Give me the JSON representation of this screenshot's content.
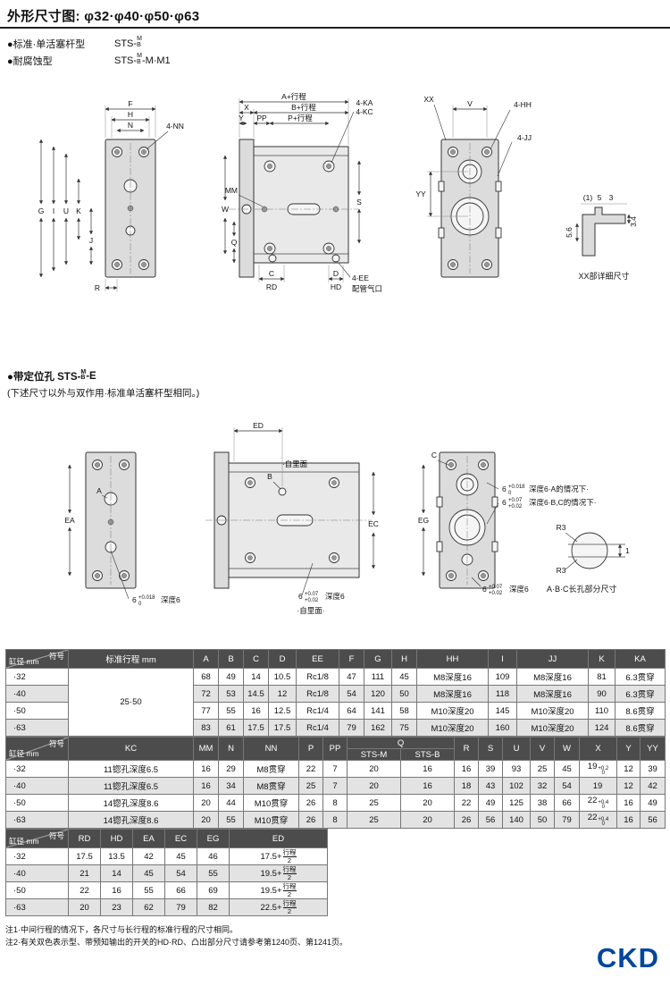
{
  "colors": {
    "header_bg": "#4c4c4c",
    "ckd_blue": "#00479d"
  },
  "page": {
    "title": "外形尺寸图: φ32·φ40·φ50·φ63",
    "bullet1_label": "●标准·单活塞杆型",
    "code1_prefix": "STS-",
    "code1_sup": "M",
    "code1_sub": "B",
    "bullet2_label": "●耐腐蚀型",
    "code2_prefix": "STS-",
    "code2_sup": "M",
    "code2_sub": "B",
    "code2_suffix": "-M·M1",
    "logo": "CKD"
  },
  "section2": {
    "title_prefix": "●带定位孔 STS-",
    "sup": "M",
    "sub": "B",
    "suffix": "-E",
    "note": "(下述尺寸以外与双作用·标准单活塞杆型相同。)"
  },
  "d1": {
    "front": {
      "f": "F",
      "h": "H",
      "n": "N",
      "nn": "4-NN",
      "g": "G",
      "i": "I",
      "u": "U",
      "k": "K",
      "j": "J",
      "r": "R"
    },
    "side": {
      "a": "A+行程",
      "x": "X",
      "b": "B+行程",
      "y": "Y",
      "pp": "PP",
      "p": "P+行程",
      "ka": "4-KA",
      "kc": "4-KC",
      "w": "W",
      "mm": "MM",
      "s": "S",
      "q": "Q",
      "c": "C",
      "d": "D",
      "rd": "RD",
      "hd": "HD",
      "ee": "4-EE",
      "port": "配管气口"
    },
    "rear": {
      "xx": "XX",
      "v": "V",
      "hh": "4-HH",
      "jj": "4-JJ",
      "yy": "YY"
    },
    "detail": {
      "p1": "(1)",
      "p5": "5",
      "p3": "3",
      "p34": "3.4",
      "p56": "5.6",
      "caption": "XX部详细尺寸"
    }
  },
  "d2": {
    "left": {
      "ea": "EA",
      "a": "A",
      "nv": "6",
      "ntop": "+0.018",
      "nbot": "0",
      "nsuf": "深度6"
    },
    "mid": {
      "ed": "ED",
      "inner": "·自里面",
      "b": "B",
      "ec": "EC",
      "nv": "6",
      "ntop": "+0.07",
      "nbot": "+0.02",
      "nsuf": "深度6",
      "inner2": "·自里面·"
    },
    "right": {
      "c": "C",
      "eg": "EG",
      "n1v": "6",
      "n1top": "+0.018",
      "n1bot": "0",
      "n1suf": "深度6·A的情况下·",
      "n2v": "6",
      "n2top": "+0.07",
      "n2bot": "+0.02",
      "n2suf": "深度6·B,C的情况下·",
      "r3a": "R3",
      "r3b": "R3",
      "one": "1",
      "n3v": "6",
      "n3top": "+0.07",
      "n3bot": "+0.02",
      "n3suf": "深度6",
      "caption": "A·B·C长孔部分尺寸"
    }
  },
  "table1": {
    "corner_top": "符号",
    "corner_bottom": "缸径 mm",
    "stroke_header": "标准行程 mm",
    "cols": [
      "A",
      "B",
      "C",
      "D",
      "EE",
      "F",
      "G",
      "H",
      "HH",
      "I",
      "JJ",
      "K",
      "KA"
    ],
    "rows": [
      {
        "bore": "·32",
        "stroke": "25·50",
        "vals": [
          "68",
          "49",
          "14",
          "10.5",
          "Rc1/8",
          "47",
          "111",
          "45",
          "M8深度16",
          "109",
          "M8深度16",
          "81",
          "6.3贯穿"
        ]
      },
      {
        "bore": "·40",
        "vals": [
          "72",
          "53",
          "14.5",
          "12",
          "Rc1/8",
          "54",
          "120",
          "50",
          "M8深度16",
          "118",
          "M8深度16",
          "90",
          "6.3贯穿"
        ]
      },
      {
        "bore": "·50",
        "vals": [
          "77",
          "55",
          "16",
          "12.5",
          "Rc1/4",
          "64",
          "141",
          "58",
          "M10深度20",
          "145",
          "M10深度20",
          "110",
          "8.6贯穿"
        ]
      },
      {
        "bore": "·63",
        "vals": [
          "83",
          "61",
          "17.5",
          "17.5",
          "Rc1/4",
          "79",
          "162",
          "75",
          "M10深度20",
          "160",
          "M10深度20",
          "124",
          "8.6贯穿"
        ]
      }
    ]
  },
  "table2": {
    "corner_top": "符号",
    "corner_bottom": "缸径 mm",
    "kc_header": "KC",
    "cols_a": [
      "MM",
      "N",
      "NN",
      "P",
      "PP"
    ],
    "q_header": "Q",
    "q_sub": [
      "STS-M",
      "STS-B"
    ],
    "cols_b": [
      "R",
      "S",
      "U",
      "V",
      "W",
      "X",
      "Y",
      "YY"
    ],
    "rows": [
      {
        "bore": "·32",
        "kc": "11锪孔深度6.5",
        "mm": "16",
        "n": "29",
        "nn": "M8贯穿",
        "p": "22",
        "pp": "7",
        "qm": "20",
        "qb": "16",
        "r": "16",
        "s": "39",
        "u": "93",
        "v": "25",
        "w": "45",
        "x": "19",
        "x_tol_top": "+0.2",
        "x_tol_bot": "0",
        "y": "12",
        "yy": "39"
      },
      {
        "bore": "·40",
        "kc": "11锪孔深度6.5",
        "mm": "16",
        "n": "34",
        "nn": "M8贯穿",
        "p": "25",
        "pp": "7",
        "qm": "20",
        "qb": "16",
        "r": "18",
        "s": "43",
        "u": "102",
        "v": "32",
        "w": "54",
        "x": "19",
        "x_tol_top": "",
        "x_tol_bot": "",
        "y": "12",
        "yy": "42"
      },
      {
        "bore": "·50",
        "kc": "14锪孔深度8.6",
        "mm": "20",
        "n": "44",
        "nn": "M10贯穿",
        "p": "26",
        "pp": "8",
        "qm": "25",
        "qb": "20",
        "r": "22",
        "s": "49",
        "u": "125",
        "v": "38",
        "w": "66",
        "x": "22",
        "x_tol_top": "+0.4",
        "x_tol_bot": "0",
        "y": "16",
        "yy": "49"
      },
      {
        "bore": "·63",
        "kc": "14锪孔深度8.6",
        "mm": "20",
        "n": "55",
        "nn": "M10贯穿",
        "p": "26",
        "pp": "8",
        "qm": "25",
        "qb": "20",
        "r": "26",
        "s": "56",
        "u": "140",
        "v": "50",
        "w": "79",
        "x": "22",
        "x_tol_top": "+0.4",
        "x_tol_bot": "0",
        "y": "16",
        "yy": "56"
      }
    ]
  },
  "table3": {
    "corner_top": "符号",
    "corner_bottom": "缸径 mm",
    "cols": [
      "RD",
      "HD",
      "EA",
      "EC",
      "EG"
    ],
    "ed_header": "ED",
    "rows": [
      {
        "bore": "·32",
        "rd": "17.5",
        "hd": "13.5",
        "ea": "42",
        "ec": "45",
        "eg": "46",
        "ed_base": "17.5+",
        "ed_num": "行程",
        "ed_den": "2"
      },
      {
        "bore": "·40",
        "rd": "21",
        "hd": "14",
        "ea": "45",
        "ec": "54",
        "eg": "55",
        "ed_base": "19.5+",
        "ed_num": "行程",
        "ed_den": "2"
      },
      {
        "bore": "·50",
        "rd": "22",
        "hd": "16",
        "ea": "55",
        "ec": "66",
        "eg": "69",
        "ed_base": "19.5+",
        "ed_num": "行程",
        "ed_den": "2"
      },
      {
        "bore": "·63",
        "rd": "20",
        "hd": "23",
        "ea": "62",
        "ec": "79",
        "eg": "82",
        "ed_base": "22.5+",
        "ed_num": "行程",
        "ed_den": "2"
      }
    ]
  },
  "notes": {
    "n1": "注1·中间行程的情况下，各尺寸与长行程的标准行程的尺寸相同。",
    "n2": "注2·有关双色表示型、带预知输出的开关的HD·RD、凸出部分尺寸请参考第1240页、第1241页。"
  }
}
